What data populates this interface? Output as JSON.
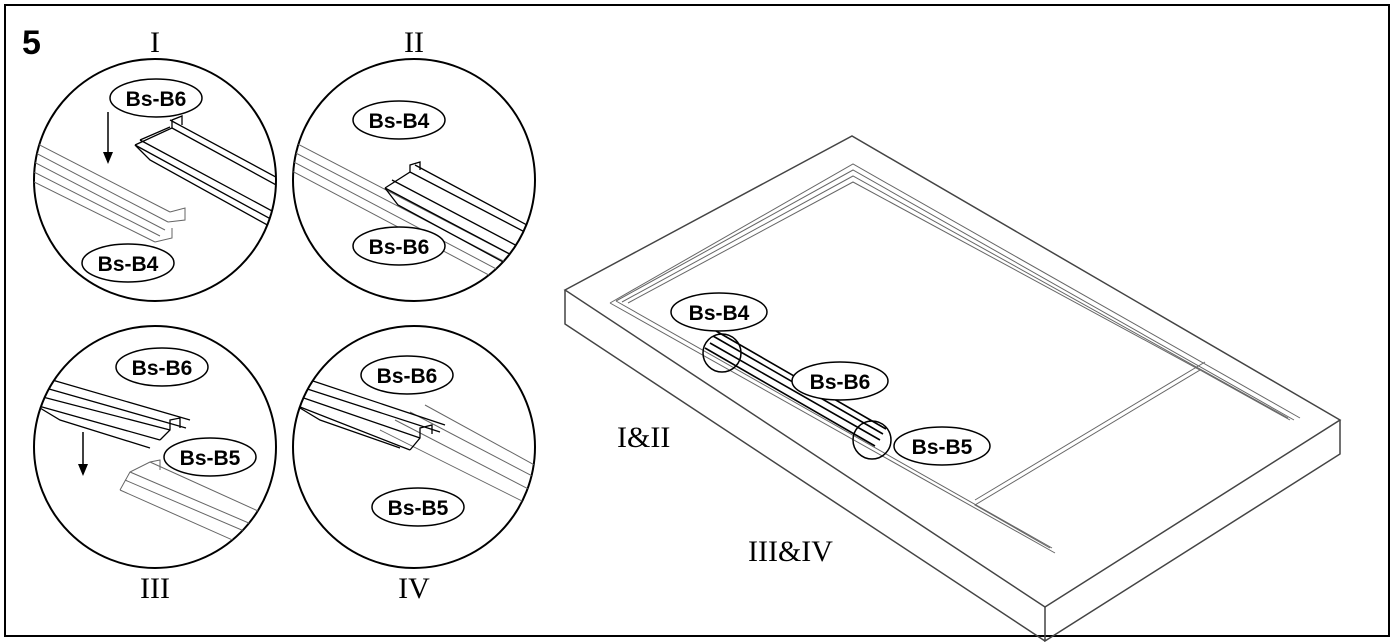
{
  "step_number": "5",
  "views": [
    {
      "roman": "I",
      "labels": [
        "Bs-B6",
        "Bs-B4"
      ]
    },
    {
      "roman": "II",
      "labels": [
        "Bs-B4",
        "Bs-B6"
      ]
    },
    {
      "roman": "III",
      "labels": [
        "Bs-B6",
        "Bs-B5"
      ]
    },
    {
      "roman": "IV",
      "labels": [
        "Bs-B6",
        "Bs-B5"
      ]
    }
  ],
  "overview": {
    "labels": {
      "b4": "Bs-B4",
      "b6": "Bs-B6",
      "b5": "Bs-B5"
    },
    "ref_left": "I&II",
    "ref_bottom": "III&IV"
  }
}
